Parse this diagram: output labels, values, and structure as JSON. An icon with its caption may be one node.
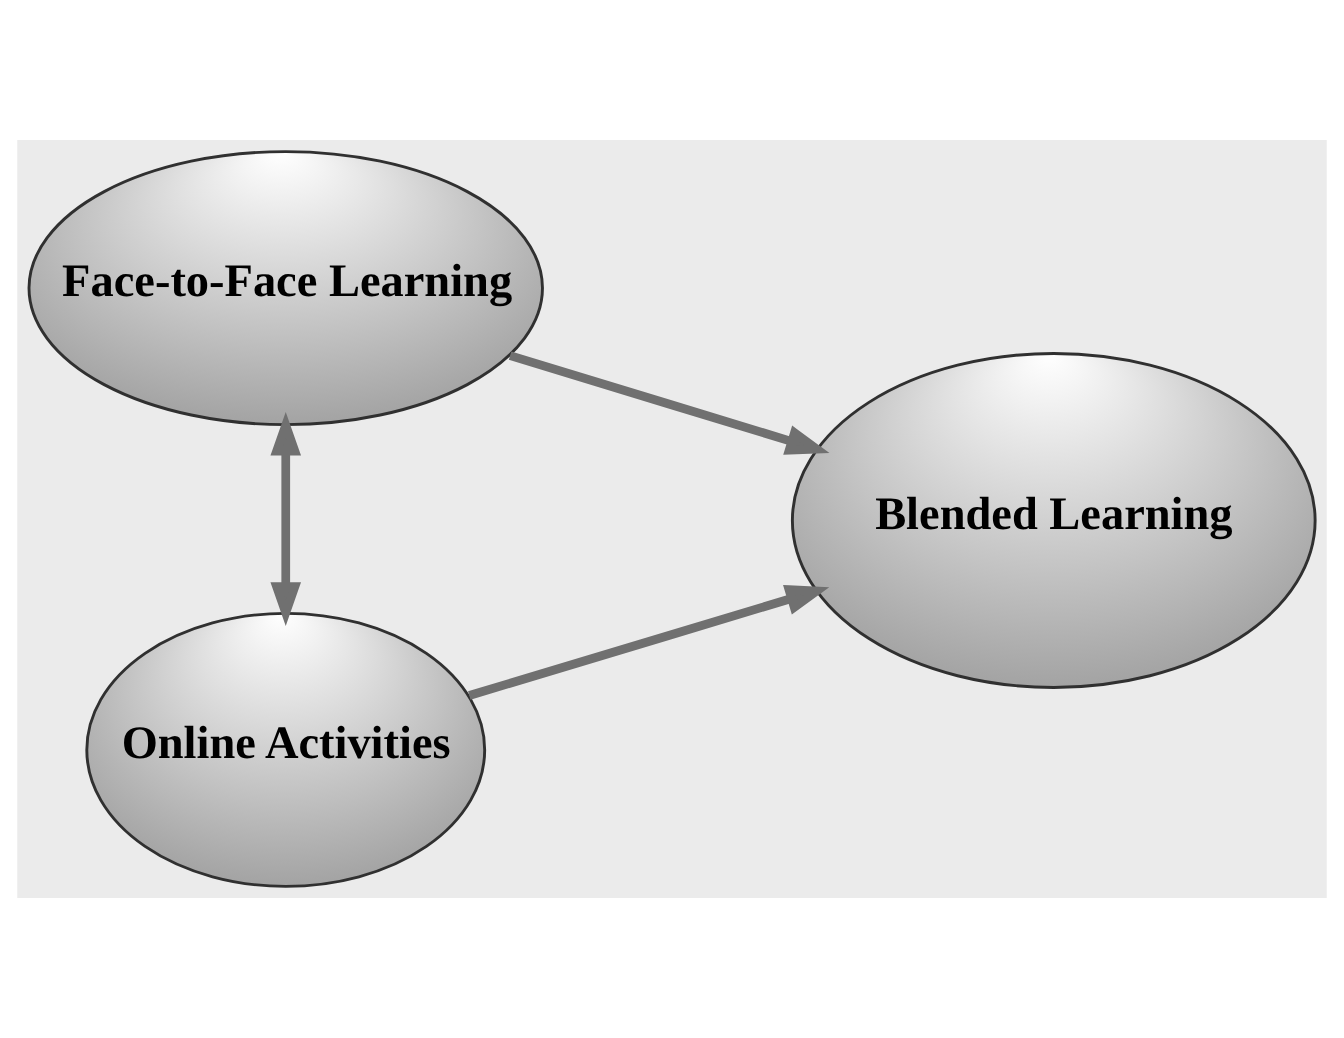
{
  "diagram": {
    "nodes": [
      {
        "text": [
          "Face-to-Face Learning"
        ]
      },
      {
        "text": [
          "Online Activities"
        ]
      },
      {
        "text": [
          "Blended Learning"
        ]
      }
    ],
    "edges": [
      {
        "from": 0,
        "to": 1,
        "arrow": "both"
      },
      {
        "from": 0,
        "to": 2,
        "arrow": "to"
      },
      {
        "from": 1,
        "to": 2,
        "arrow": "to"
      }
    ]
  }
}
